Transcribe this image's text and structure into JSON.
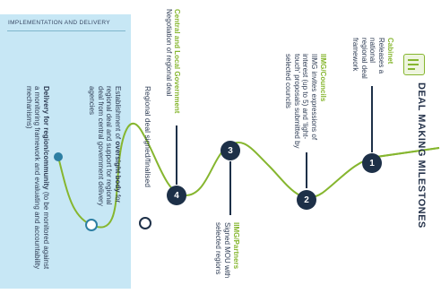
{
  "heading": "DEAL MAKING MILESTONES",
  "panel_title": "IMPLEMENTATION AND DELIVERY",
  "milestones": [
    {
      "number": "1",
      "role": "Cabinet",
      "text": "Releases a national regional deal framework"
    },
    {
      "number": "2",
      "role": "IIMG/Councils",
      "text": "IIMG invites expressions of interest (up to 5) and ‘light-touch’ proposals submitted by selected councils"
    },
    {
      "number": "3",
      "role": "IIMG/Partners",
      "text": "Signed MOU with selected regions"
    },
    {
      "number": "4",
      "role": "Central and Local Government",
      "text": "Negotiation of regional deal"
    }
  ],
  "signed_label": "Regional deal signed/finalised",
  "oversight": {
    "pre": "Establishment of ",
    "bold": "oversight body",
    "post": " for regional deal and support for regional deal from central government delivery agencies"
  },
  "delivery": {
    "bold": "Delivery for region/community",
    "post": " (to be monitored against a monitoring framework and evaluating and accountability mechanisms)"
  },
  "colors": {
    "navy": "#1d3048",
    "green": "#86b62f",
    "teal": "#2d7fa3",
    "panel": "#c7e7f5"
  },
  "icons": [
    "document-icon"
  ]
}
